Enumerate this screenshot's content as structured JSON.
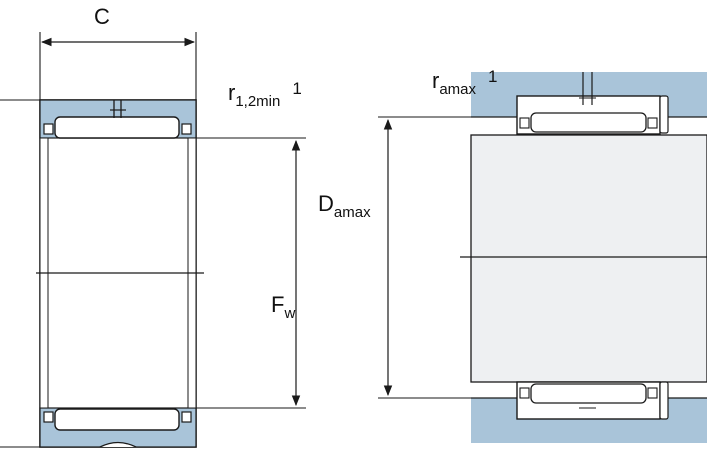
{
  "labels": {
    "c": "C",
    "r12min_main": "r",
    "r12min_sub": "1,2min",
    "r12min_note": "1",
    "ramax_main": "r",
    "ramax_sub": "amax",
    "ramax_note": "1",
    "damax_main": "D",
    "damax_sub": "amax",
    "fw_main": "F",
    "fw_sub": "w"
  },
  "colors": {
    "housing_fill": "#a9c4d9",
    "shaft_fill": "#eef0f2",
    "line": "#1a1a1a",
    "background": "#ffffff"
  }
}
